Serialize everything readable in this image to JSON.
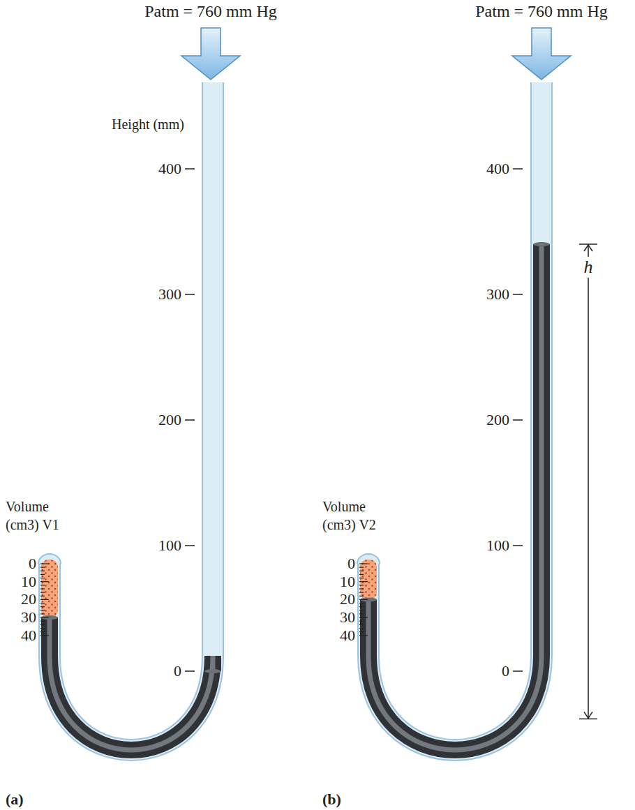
{
  "diagram": {
    "labels": [
      "Patm = 760 mm Hg",
      "Height (mm)",
      "400",
      "300",
      "200",
      "100",
      "0",
      "Volume",
      "(cm3) V1",
      "0",
      "10",
      "20",
      "30",
      "40",
      "(a)",
      "Patm = 760 mm Hg",
      "400",
      "300",
      "200",
      "100",
      "0",
      "Volume",
      "(cm3) V2",
      "0",
      "10",
      "20",
      "30",
      "40",
      "h",
      "(b)"
    ]
  }
}
